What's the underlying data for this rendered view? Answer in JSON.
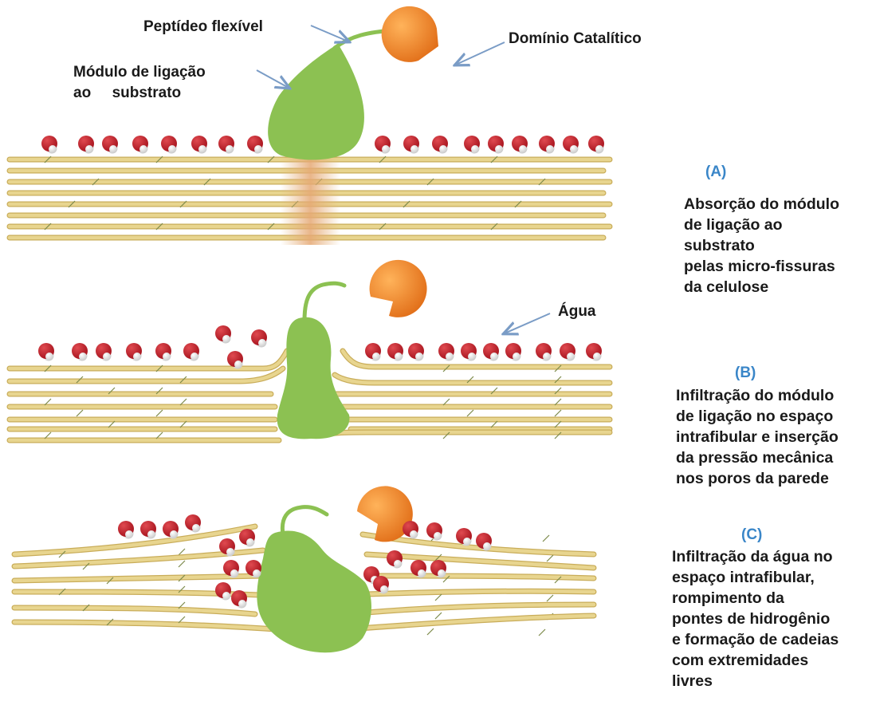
{
  "labels": {
    "peptide": "Peptídeo  flexível",
    "catalytic": "Domínio Catalítico",
    "binding_line1": "Módulo de ligação",
    "binding_line2": "ao     substrato",
    "water": "Água"
  },
  "stages": [
    {
      "id": "A",
      "heading": "(A)",
      "lines": [
        "Absorção do módulo",
        "de ligação ao",
        "substrato",
        "pelas micro-fissuras",
        "da celulose"
      ]
    },
    {
      "id": "B",
      "heading": "(B)",
      "lines": [
        "Infiltração do módulo",
        "de ligação no espaço",
        "intrafibular e inserção",
        "da pressão mecânica",
        "nos poros da parede"
      ]
    },
    {
      "id": "C",
      "heading": "(C)",
      "lines": [
        "Infiltração da água no",
        "espaço intrafibular,",
        "rompimento da",
        "pontes de hidrogênio",
        "e formação de cadeias",
        "com extremidades",
        "livres"
      ]
    }
  ],
  "colors": {
    "fiber": "#e8d58f",
    "fiber_edge": "#c9ad5a",
    "binding_module": "#8cc152",
    "catalytic_domain": "#f08a24",
    "water_red": "#c41e2a",
    "water_white": "#f2f2f2",
    "arrow": "#7a9cc6",
    "stage_heading": "#3a86c8"
  }
}
